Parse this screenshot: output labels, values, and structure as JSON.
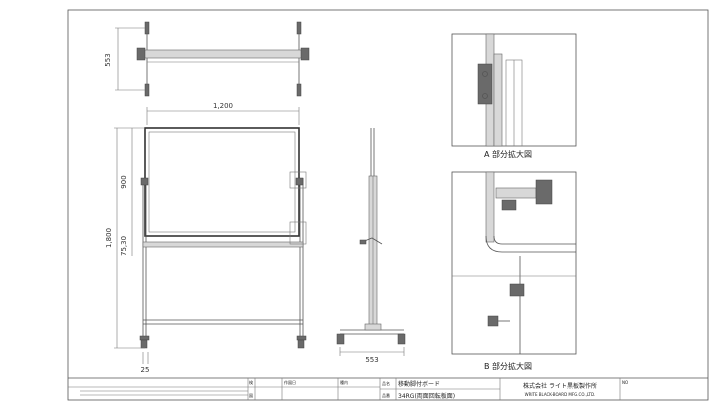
{
  "dimensions": {
    "top_depth": "553",
    "width": "1,200",
    "board_height": "900",
    "total_height": "1,800",
    "margin_height": "75,30",
    "leg_offset": "25",
    "side_depth": "553"
  },
  "details": {
    "detail_a": "A 部分拡大図",
    "detail_b": "B 部分拡大図"
  },
  "title_block": {
    "date_label": "作図日",
    "section_label": "種内",
    "name_label": "品名",
    "name_value": "移動脚付ボード",
    "number_label": "品番",
    "number_value": "34RG(両面回転板面)",
    "company_jp": "株式会社 ライト黒板製作所",
    "company_en": "WRITE BLACK-BOARD MFG.CO.,LTD.",
    "no_label": "NO",
    "check_label": "検",
    "draw_label": "図"
  },
  "colors": {
    "line": "#555555",
    "frame": "#333333",
    "fill": "#d8d8d8"
  }
}
